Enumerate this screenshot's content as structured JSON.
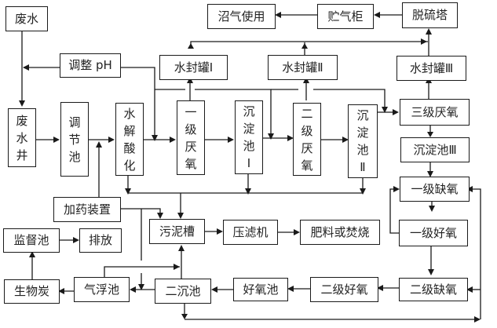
{
  "diagram": {
    "nodes": {
      "wastewater": "废水",
      "adjust_ph": "调整 pH",
      "wastewater_well": "废水井",
      "equalization_tank": "调节池",
      "hydrolysis_acidification": "水解酸化",
      "anaerobic_1": "一级厌氧",
      "sedimentation_1": "沉淀池Ⅰ",
      "anaerobic_2": "二级厌氧",
      "sedimentation_2": "沉淀池Ⅱ",
      "water_seal_1": "水封罐Ⅰ",
      "water_seal_2": "水封罐Ⅱ",
      "water_seal_3": "水封罐Ⅲ",
      "biogas_use": "沼气使用",
      "gas_holder": "贮气柜",
      "desulfurization_tower": "脱硫塔",
      "anaerobic_3": "三级厌氧",
      "sedimentation_3": "沉淀池Ⅲ",
      "anoxic_1": "一级缺氧",
      "aerobic_1": "一级好氧",
      "anoxic_2": "二级缺氧",
      "aerobic_2": "二级好氧",
      "aerobic_tank": "好氧池",
      "secondary_clarifier": "二沉池",
      "air_flotation": "气浮池",
      "biochar": "生物炭",
      "monitoring_tank": "监督池",
      "discharge": "排放",
      "dosing_device": "加药装置",
      "sludge_tank": "污泥槽",
      "filter_press": "压滤机",
      "fertilizer_or_incineration": "肥料或焚烧"
    },
    "vertical_labels": {
      "wastewater_well": [
        "废",
        "水",
        "井"
      ],
      "equalization_tank": [
        "调",
        "节",
        "池"
      ],
      "hydrolysis_acidification": [
        "水",
        "解",
        "酸",
        "化"
      ],
      "anaerobic_1": [
        "一",
        "级",
        "厌",
        "氧"
      ],
      "sedimentation_1": [
        "沉",
        "淀",
        "池",
        "Ⅰ"
      ],
      "anaerobic_2": [
        "二",
        "级",
        "厌",
        "氧"
      ],
      "sedimentation_2": [
        "沉",
        "淀",
        "池",
        "Ⅱ"
      ]
    }
  }
}
